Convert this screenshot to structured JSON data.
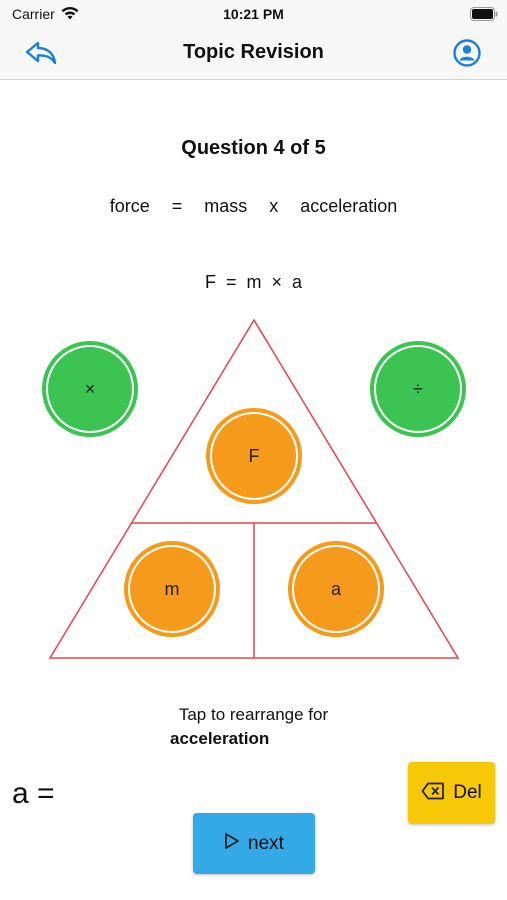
{
  "status_bar": {
    "carrier": "Carrier",
    "time": "10:21 PM",
    "wifi_icon": "wifi-icon",
    "battery_icon": "battery-icon"
  },
  "nav": {
    "title": "Topic Revision",
    "back_icon": "back-arrow-icon",
    "profile_icon": "profile-icon",
    "accent_color": "#1a7fd9"
  },
  "question": {
    "title": "Question 4 of 5",
    "word_equation": "force  =  mass  x  acceleration",
    "symbol_equation": "F  =  m  ×  a"
  },
  "operators": {
    "multiply": "×",
    "divide": "÷",
    "color": "#3cc452"
  },
  "triangle": {
    "top": "F",
    "bottom_left": "m",
    "bottom_right": "a",
    "line_color": "#e8434a",
    "circle_color": "#f59a1a"
  },
  "prompt": {
    "line1": "Tap to rearrange for",
    "line2": "acceleration"
  },
  "answer": {
    "text": "a ="
  },
  "buttons": {
    "del_label": "Del",
    "del_color": "#f7c807",
    "next_label": "next",
    "next_color": "#33a9e6"
  }
}
